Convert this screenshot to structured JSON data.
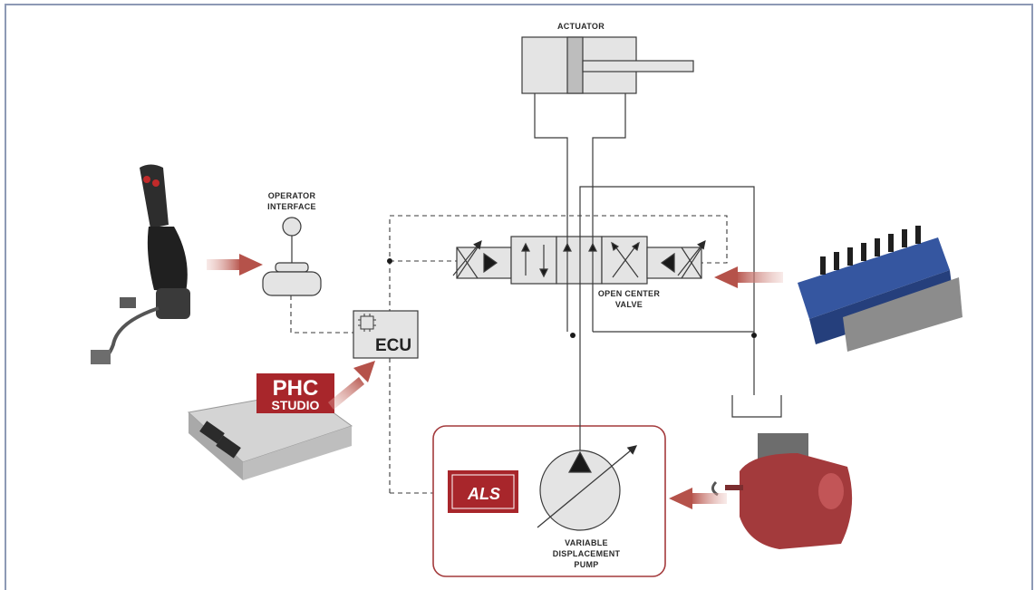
{
  "labels": {
    "actuator": "ACTUATOR",
    "operator_interface": [
      "OPERATOR",
      "INTERFACE"
    ],
    "ecu": "ECU",
    "open_center_valve": [
      "OPEN CENTER",
      "VALVE"
    ],
    "variable_displacement_pump": [
      "VARIABLE",
      "DISPLACEMENT",
      "PUMP"
    ],
    "phc_logo": "PHC",
    "studio_logo": "STUDIO",
    "als_logo": "ALS"
  },
  "colors": {
    "line": "#3a3a3a",
    "component_fill": "#e4e4e4",
    "arrow": "#b5524a",
    "brand_red": "#a8262b",
    "valve_block_blue": "#3556a0",
    "pump_red": "#a33a3c",
    "frame": "#8d99b5"
  },
  "icons": [
    "joystick-image",
    "valve-block-image",
    "controller-module-image",
    "pump-image"
  ]
}
